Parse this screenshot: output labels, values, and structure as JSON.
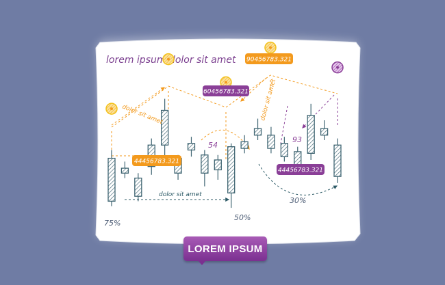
{
  "colors": {
    "background": "#6f7ca4",
    "paper": "#ffffff",
    "candle": "#3f6572",
    "orange": "#f39a1d",
    "yellow": "#f3c21c",
    "purple": "#8a3f97",
    "teal_arrow": "#2c5a66"
  },
  "title": "lorem ipsum dolor sit amet",
  "button": {
    "label": "LOREM IPSUM"
  },
  "chart_data": {
    "type": "candlestick",
    "title": "lorem ipsum dolor sit amet",
    "xlabel": "",
    "ylabel": "",
    "candles": [
      {
        "open": 49,
        "close": 23,
        "high": 54,
        "low": 20
      },
      {
        "open": 43,
        "close": 40,
        "high": 47,
        "low": 37
      },
      {
        "open": 37,
        "close": 26,
        "high": 40,
        "low": 23
      },
      {
        "open": 57,
        "close": 44,
        "high": 61,
        "low": 39
      },
      {
        "open": 78,
        "close": 57,
        "high": 85,
        "low": 50
      },
      {
        "open": 49,
        "close": 40,
        "high": 51,
        "low": 36
      },
      {
        "open": 58,
        "close": 54,
        "high": 62,
        "low": 50
      },
      {
        "open": 51,
        "close": 40,
        "high": 54,
        "low": 32
      },
      {
        "open": 48,
        "close": 42,
        "high": 51,
        "low": 36
      },
      {
        "open": 56,
        "close": 28,
        "high": 58,
        "low": 19
      },
      {
        "open": 59,
        "close": 55,
        "high": 63,
        "low": 52
      },
      {
        "open": 67,
        "close": 63,
        "high": 73,
        "low": 60
      },
      {
        "open": 63,
        "close": 55,
        "high": 68,
        "low": 52
      },
      {
        "open": 58,
        "close": 50,
        "high": 62,
        "low": 47
      },
      {
        "open": 53,
        "close": 43,
        "high": 56,
        "low": 40
      },
      {
        "open": 75,
        "close": 52,
        "high": 82,
        "low": 48
      },
      {
        "open": 67,
        "close": 63,
        "high": 72,
        "low": 60
      },
      {
        "open": 57,
        "close": 38,
        "high": 61,
        "low": 34
      }
    ],
    "markers": [
      {
        "label": "",
        "value": 79
      },
      {
        "label": "",
        "value": 109
      },
      {
        "label": "",
        "value": 95
      },
      {
        "label": "",
        "value": 116
      },
      {
        "label": "",
        "value": 104
      }
    ],
    "callouts": [
      {
        "text": "9045678З.З21",
        "color": "orange"
      },
      {
        "text": "60456783.З21",
        "color": "purple"
      },
      {
        "text": "44456783.З21",
        "color": "orange"
      },
      {
        "text": "44456783.З21",
        "color": "purple"
      }
    ],
    "annotations": {
      "notes": [
        "dolor sit amet",
        "dolor sit amet",
        "dolor sit amet"
      ],
      "numbers": [
        "54",
        "93"
      ],
      "percents": [
        "75%",
        "50%",
        "30%"
      ]
    },
    "ylim": [
      0,
      120
    ]
  }
}
